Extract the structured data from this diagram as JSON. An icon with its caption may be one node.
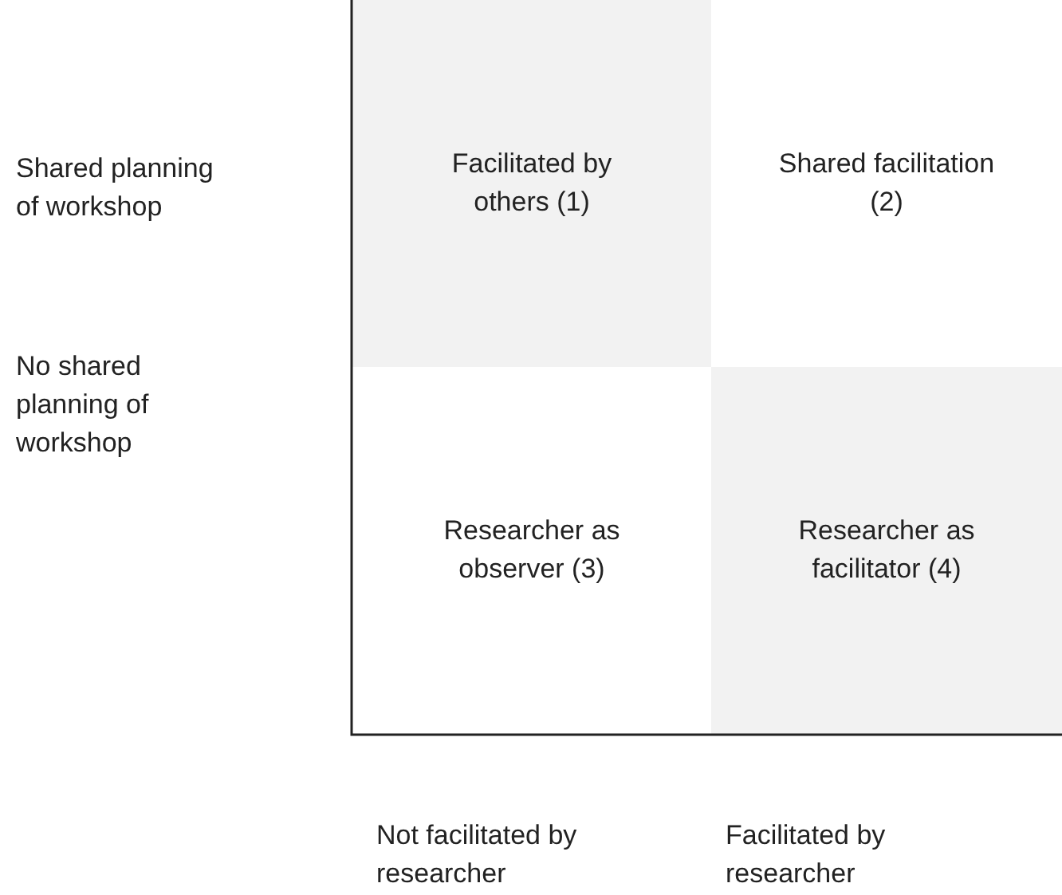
{
  "diagram": {
    "nodes": [
      {
        "text": [
          "Facilitated by others (1)"
        ]
      },
      {
        "text": [
          "Shared facilitation (2)"
        ]
      },
      {
        "text": [
          "Researcher as observer (3)"
        ]
      },
      {
        "text": [
          "Researcher as facilitator (4)"
        ]
      }
    ],
    "labels": [
      "Shared planning of workshop",
      "No shared planning of workshop",
      "Not facilitated by researcher",
      "Facilitated by researcher"
    ]
  }
}
